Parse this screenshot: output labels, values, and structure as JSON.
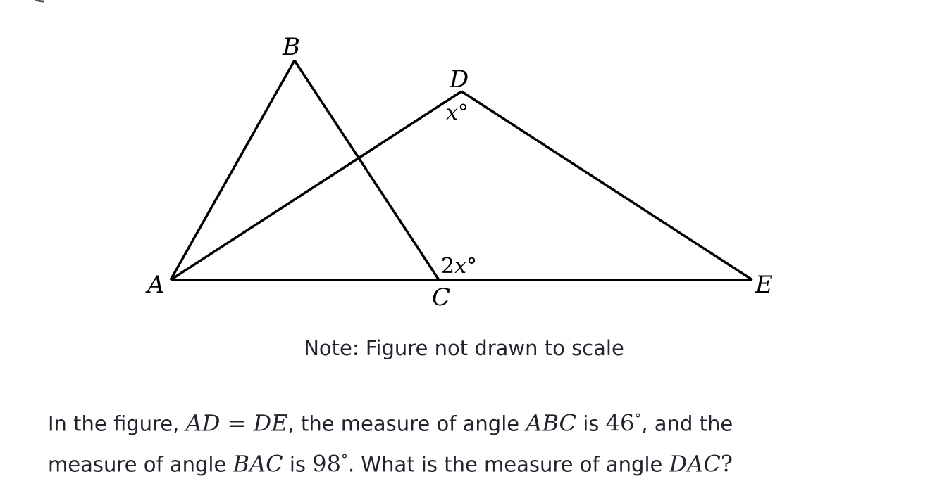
{
  "figure": {
    "points": {
      "A": "A",
      "B": "B",
      "C": "C",
      "D": "D",
      "E": "E"
    },
    "angle_labels": {
      "at_D_var": "x",
      "at_D_unit": "°",
      "at_C_coef": "2",
      "at_C_var": "x",
      "at_C_unit": "°"
    },
    "colors": {
      "line": "#000000",
      "text": "#21242c"
    }
  },
  "note": "Note: Figure not drawn to scale",
  "problem": {
    "line1_a": "In the figure, ",
    "seg1": "AD",
    "eq": " = ",
    "seg2": "DE",
    "line1_b": ", the measure of angle ",
    "angle1": "ABC",
    "line1_c": " is ",
    "angle1_value": "46",
    "deg1": "°",
    "line1_d": ", and the",
    "line2_a": "measure of angle ",
    "angle2": "BAC",
    "line2_b": " is ",
    "angle2_value": "98",
    "deg2": "°",
    "line2_c": ".  What is the measure of angle ",
    "angle3": "DAC",
    "line2_d": "?"
  }
}
